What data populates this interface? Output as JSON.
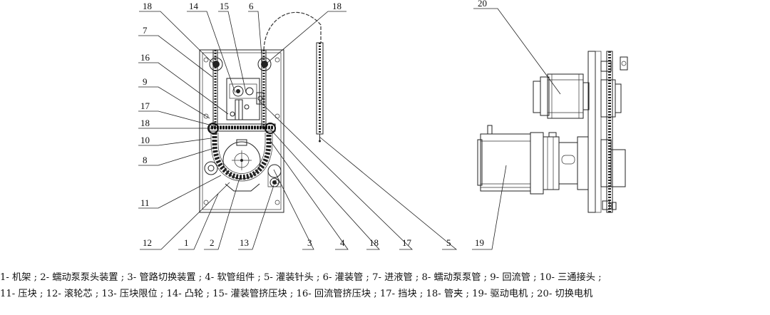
{
  "labels": {
    "l18a": "18",
    "l14": "14",
    "l15": "15",
    "l6": "6",
    "l18b": "18",
    "l7": "7",
    "l16": "16",
    "l9": "9",
    "l17a": "17",
    "l18c": "18",
    "l10": "10",
    "l8": "8",
    "l11": "11",
    "l12": "12",
    "l1": "1",
    "l2": "2",
    "l13": "13",
    "l3": "3",
    "l4": "4",
    "l18d": "18",
    "l17b": "17",
    "l5": "5",
    "l19": "19",
    "l20": "20"
  },
  "caption": {
    "line1": "1- 机架 ; 2- 蠕动泵泵头装置 ; 3- 管路切换装置 ; 4- 软管组件 ; 5- 灌装针头 ; 6- 灌装管 ; 7- 进液管 ; 8- 蠕动泵泵管 ; 9- 回流管 ; 10- 三通接头 ;",
    "line2": "11- 压块 ; 12- 滚轮芯 ; 13- 压块限位 ; 14- 凸轮 ; 15- 灌装管挤压块 ; 16- 回流管挤压块 ; 17- 挡块 ; 18- 管夹 ; 19- 驱动电机 ; 20- 切换电机"
  }
}
